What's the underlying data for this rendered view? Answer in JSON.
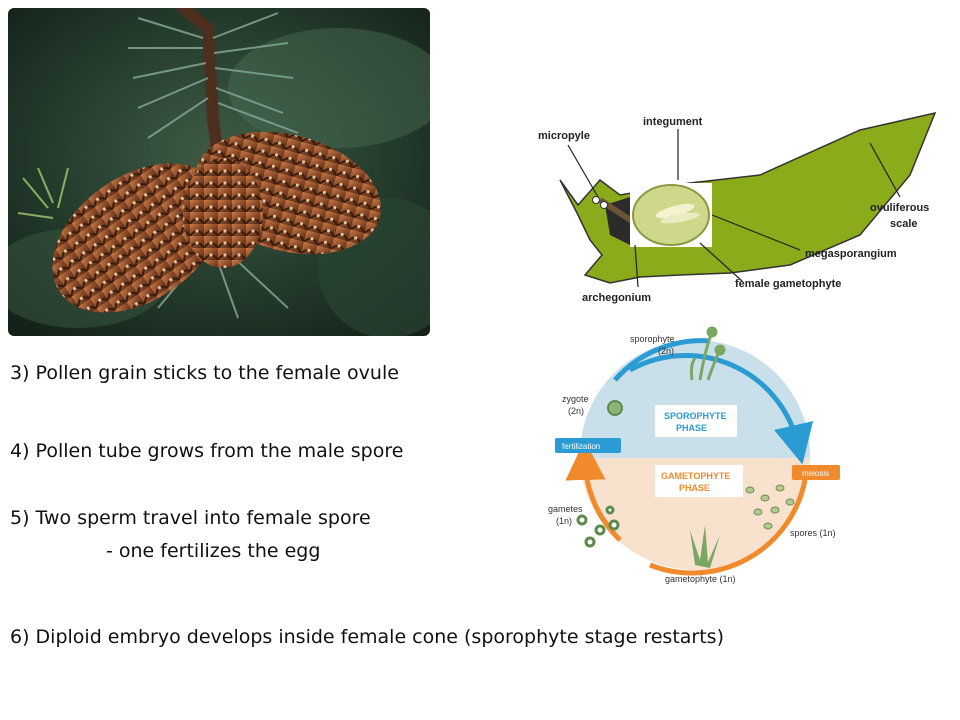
{
  "steps": [
    "3) Pollen grain sticks to the female ovule",
    "4) Pollen tube grows from the male spore",
    "5) Two sperm travel into female spore",
    "- one fertilizes the egg",
    "6) Diploid embryo develops inside female cone (sporophyte stage restarts)"
  ],
  "ovule_labels": {
    "micropyle": "micropyle",
    "integument": "integument",
    "ovuliferous": "ovuliferous",
    "scale": "scale",
    "megasporangium": "megasporangium",
    "female_gametophyte": "female gametophyte",
    "archegonium": "archegonium"
  },
  "cycle": {
    "sporophyte": "sporophyte",
    "sporophyte_ploidy": "(2n)",
    "zygote": "zygote",
    "zygote_ploidy": "(2n)",
    "sporophyte_phase_1": "SPOROPHYTE",
    "sporophyte_phase_2": "PHASE",
    "gametophyte_phase_1": "GAMETOPHYTE",
    "gametophyte_phase_2": "PHASE",
    "fertilization": "fertilization",
    "meiosis": "meiosis",
    "gametes": "gametes",
    "gametes_ploidy": "(1n)",
    "spores": "spores (1n)",
    "gametophyte": "gametophyte (1n)"
  },
  "colors": {
    "scale_green": "#8cab1a",
    "sporophyte_blue": "#c9dfe9",
    "gametophyte_peach": "#f8e2cd",
    "arrow_blue": "#2a9bd3",
    "arrow_orange": "#f08a2c"
  }
}
